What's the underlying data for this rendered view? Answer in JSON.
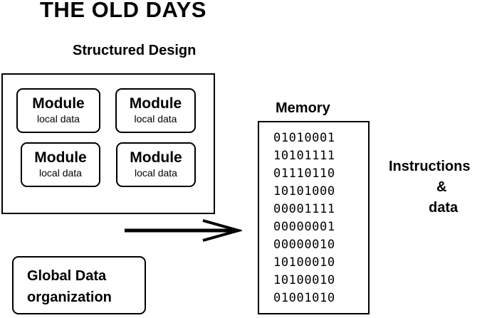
{
  "title": "THE OLD DAYS",
  "structured_design": {
    "label": "Structured Design",
    "modules": [
      {
        "name": "Module",
        "data": "local data"
      },
      {
        "name": "Module",
        "data": "local data"
      },
      {
        "name": "Module",
        "data": "local data"
      },
      {
        "name": "Module",
        "data": "local data"
      }
    ]
  },
  "memory": {
    "label": "Memory",
    "words": [
      "01010001",
      "10101111",
      "01110110",
      "10101000",
      "00001111",
      "00000001",
      "00000010",
      "10100010",
      "10100010",
      "01001010"
    ]
  },
  "instructions": {
    "line1": "Instructions",
    "line2": "&",
    "line3": "data"
  },
  "global_data": {
    "line1": "Global Data",
    "line2": "organization"
  }
}
